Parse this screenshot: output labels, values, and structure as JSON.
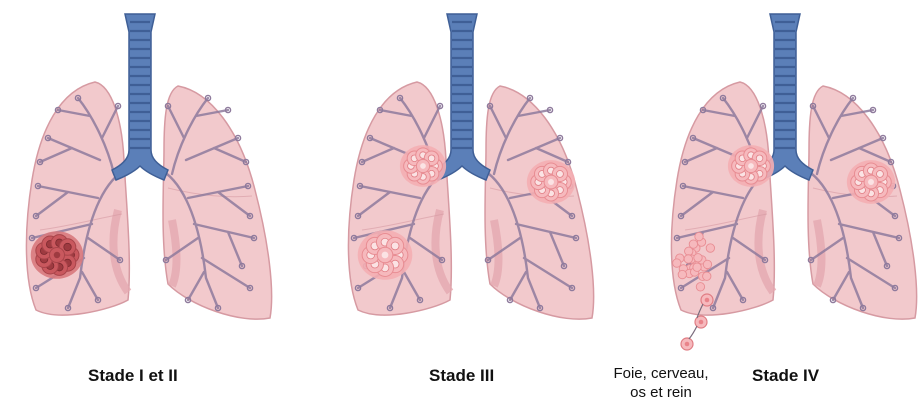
{
  "stages": [
    {
      "label": "Stade I et II",
      "tumors": [
        "lower-left"
      ]
    },
    {
      "label": "Stade III",
      "tumors": [
        "upper-left",
        "lower-left",
        "upper-right"
      ]
    },
    {
      "label": "Stade IV",
      "tumors": [
        "upper-left",
        "upper-right",
        "metastatic-spread"
      ]
    }
  ],
  "metastasis": {
    "line1": "Foie, cerveau,",
    "line2": "os et rein"
  },
  "colors": {
    "lung_fill": "#f2c9cc",
    "lung_edge": "#d69aa2",
    "lung_inner": "#e3a9b0",
    "trachea": "#5b7fb8",
    "trachea_dark": "#3f5f96",
    "bronchi": "#8e7a9c",
    "tumor_pale": "#f6b9bd",
    "tumor_dark": "#c9585e",
    "tumor_ring": "#fbe3e4"
  }
}
